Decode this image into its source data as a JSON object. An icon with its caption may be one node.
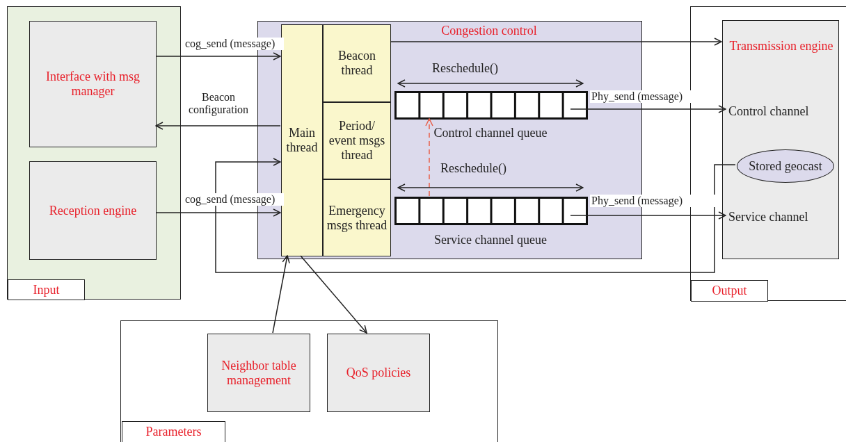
{
  "diagram": {
    "nodes": [
      {
        "text": [
          "Input"
        ]
      },
      {
        "text": [
          "Interface with msg manager"
        ],
        "in": 0
      },
      {
        "text": [
          "Reception engine"
        ],
        "in": 0
      },
      {
        "text": [
          "Congestion control"
        ]
      },
      {
        "text": [
          "Main thread"
        ],
        "in": 3
      },
      {
        "text": [
          "Beacon thread"
        ],
        "in": 3
      },
      {
        "text": [
          "Period/ event msgs thread"
        ],
        "in": 3
      },
      {
        "text": [
          "Emergency msgs thread"
        ],
        "in": 3
      },
      {
        "text": [],
        "shape": "bar",
        "beside": [
          "Control channel queue"
        ],
        "in": 3
      },
      {
        "text": [],
        "shape": "bar",
        "beside": [
          "Service channel queue"
        ],
        "in": 3
      },
      {
        "text": [
          "Output"
        ]
      },
      {
        "text": [
          "Transmission engine"
        ],
        "in": 10
      },
      {
        "text": [
          "Control channel"
        ],
        "in": 11
      },
      {
        "text": [
          "Stored geocast"
        ],
        "in": 11
      },
      {
        "text": [
          "Service channel"
        ],
        "in": 11
      },
      {
        "text": [
          "Parameters"
        ]
      },
      {
        "text": [
          "Neighbor table management"
        ],
        "in": 15
      },
      {
        "text": [
          "QoS policies"
        ],
        "in": 15
      }
    ],
    "edges": [
      {
        "from": 1,
        "to": 4,
        "arrow": "to",
        "label": "cog_send (message)"
      },
      {
        "from": 4,
        "to": 1,
        "arrow": "to",
        "label": "Beacon configuration"
      },
      {
        "from": 2,
        "to": 4,
        "arrow": "to",
        "label": "cog_send (message)"
      },
      {
        "from": 5,
        "to": 11,
        "arrow": "to"
      },
      {
        "from": 8,
        "to": 12,
        "arrow": "to",
        "label": "Phy_send (message)"
      },
      {
        "from": 9,
        "to": 14,
        "arrow": "to",
        "label": "Phy_send (message)"
      },
      {
        "from": 13,
        "to": 4,
        "arrow": "to"
      },
      {
        "from": 16,
        "to": 4,
        "arrow": "to"
      },
      {
        "from": 4,
        "to": 17,
        "arrow": "to"
      },
      {
        "from": 9,
        "to": 8,
        "arrow": "to",
        "style": "dashed",
        "color": "#e8604a"
      }
    ],
    "labels": [
      "Reschedule()",
      "Reschedule()"
    ]
  }
}
